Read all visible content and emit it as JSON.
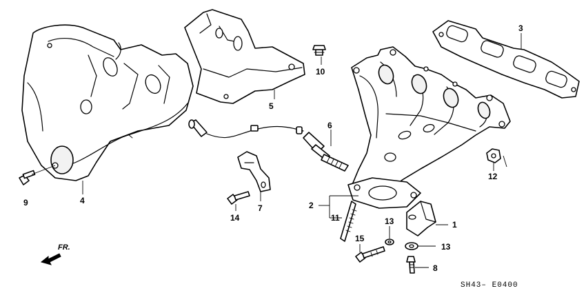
{
  "diagram": {
    "drawing_code": "SH43– E0400",
    "direction_label": "FR.",
    "callouts": {
      "c1": "1",
      "c2": "2",
      "c3": "3",
      "c4": "4",
      "c5": "5",
      "c6": "6",
      "c7": "7",
      "c8": "8",
      "c9": "9",
      "c10": "10",
      "c11": "11",
      "c12": "12",
      "c13a": "13",
      "c13b": "13",
      "c14": "14",
      "c15": "15"
    }
  }
}
